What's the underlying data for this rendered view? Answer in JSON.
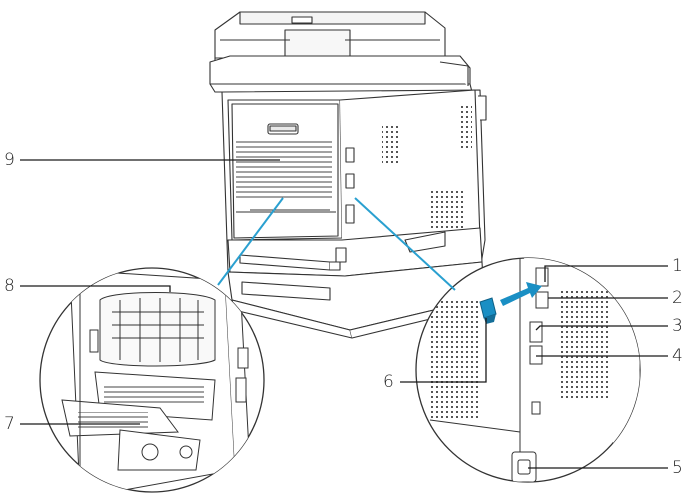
{
  "diagram": {
    "callouts": [
      {
        "id": "c1",
        "label": "1"
      },
      {
        "id": "c2",
        "label": "2"
      },
      {
        "id": "c3",
        "label": "3"
      },
      {
        "id": "c4",
        "label": "4"
      },
      {
        "id": "c5",
        "label": "5"
      },
      {
        "id": "c6",
        "label": "6"
      },
      {
        "id": "c7",
        "label": "7"
      },
      {
        "id": "c8",
        "label": "8"
      },
      {
        "id": "c9",
        "label": "9"
      }
    ],
    "colors": {
      "line": "#333333",
      "leader": "#1a1a1a",
      "accent": "#1a8fc4",
      "zoom_line": "#2aa0d0"
    }
  }
}
